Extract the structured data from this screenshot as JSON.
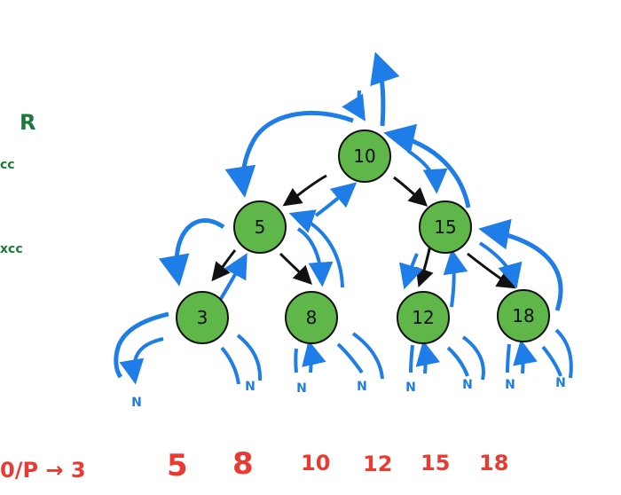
{
  "colors": {
    "blue": "#1f7de8",
    "black": "#111111",
    "green": "#5fb74a",
    "red": "#ea3b33",
    "dark_green": "#1b7a3b"
  },
  "left_notes": {
    "r": "R",
    "line1": "cc",
    "line2": "xcc"
  },
  "tree": {
    "nodes": {
      "n10": "10",
      "n5": "5",
      "n15": "15",
      "n3": "3",
      "n8": "8",
      "n12": "12",
      "n18": "18"
    },
    "null_labels": {
      "n3_left": "N",
      "n3_right": "N",
      "n8_left": "N",
      "n8_right": "N",
      "n12_left": "N",
      "n12_right": "N",
      "n18_left": "N",
      "n18_right": "N"
    }
  },
  "sequence": {
    "prefix": "0/P → 3",
    "items": [
      "5",
      "8",
      "10",
      "12",
      "15",
      "18"
    ]
  }
}
